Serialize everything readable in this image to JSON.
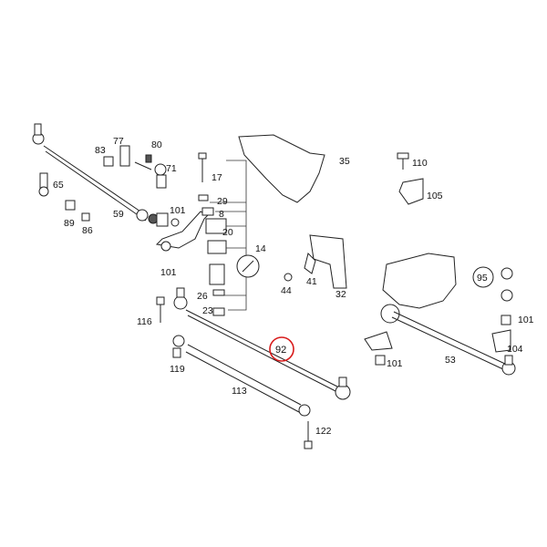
{
  "callouts": {
    "c77": "77",
    "c80": "80",
    "c83": "83",
    "c71": "71",
    "c17": "17",
    "c35": "35",
    "c110": "110",
    "c105": "105",
    "c65": "65",
    "c59": "59",
    "c101a": "101",
    "c29": "29",
    "c8": "8",
    "c89": "89",
    "c86": "86",
    "c20": "20",
    "c14": "14",
    "c101b": "101",
    "c44": "44",
    "c41": "41",
    "c32": "32",
    "c95": "95",
    "c26": "26",
    "c23": "23",
    "c116": "116",
    "c101c": "101",
    "c104": "104",
    "c92": "92",
    "c101d": "101",
    "c53": "53",
    "c119": "119",
    "c113": "113",
    "c122": "122"
  },
  "highlight": {
    "color": "#d81b1b"
  }
}
